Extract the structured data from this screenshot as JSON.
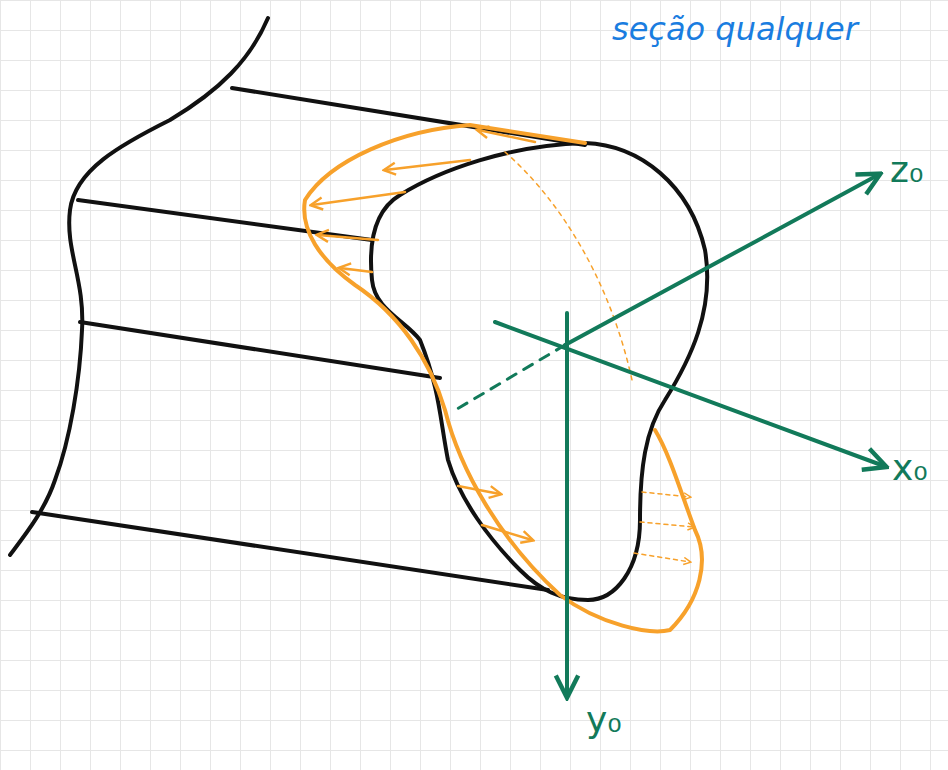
{
  "diagram": {
    "labels": [
      "seção qualquer",
      "z₀",
      "x₀",
      "y₀"
    ]
  }
}
